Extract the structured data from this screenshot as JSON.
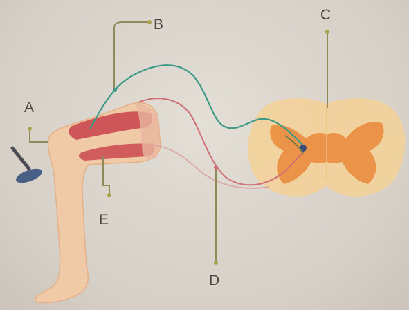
{
  "diagram": {
    "labels": {
      "a": "A",
      "b": "B",
      "c": "C",
      "d": "D",
      "e": "E"
    },
    "colors": {
      "sensory_nerve": "#3d9a86",
      "motor_nerve": "#cf6f74",
      "pointer_line": "#8e8a5a",
      "skin": "#f0c9a6",
      "muscle": "#c8414a",
      "spinal_cord_white": "#f4d49a",
      "spinal_cord_gray": "#ea8a3a",
      "hammer": "#4a5f86"
    }
  }
}
